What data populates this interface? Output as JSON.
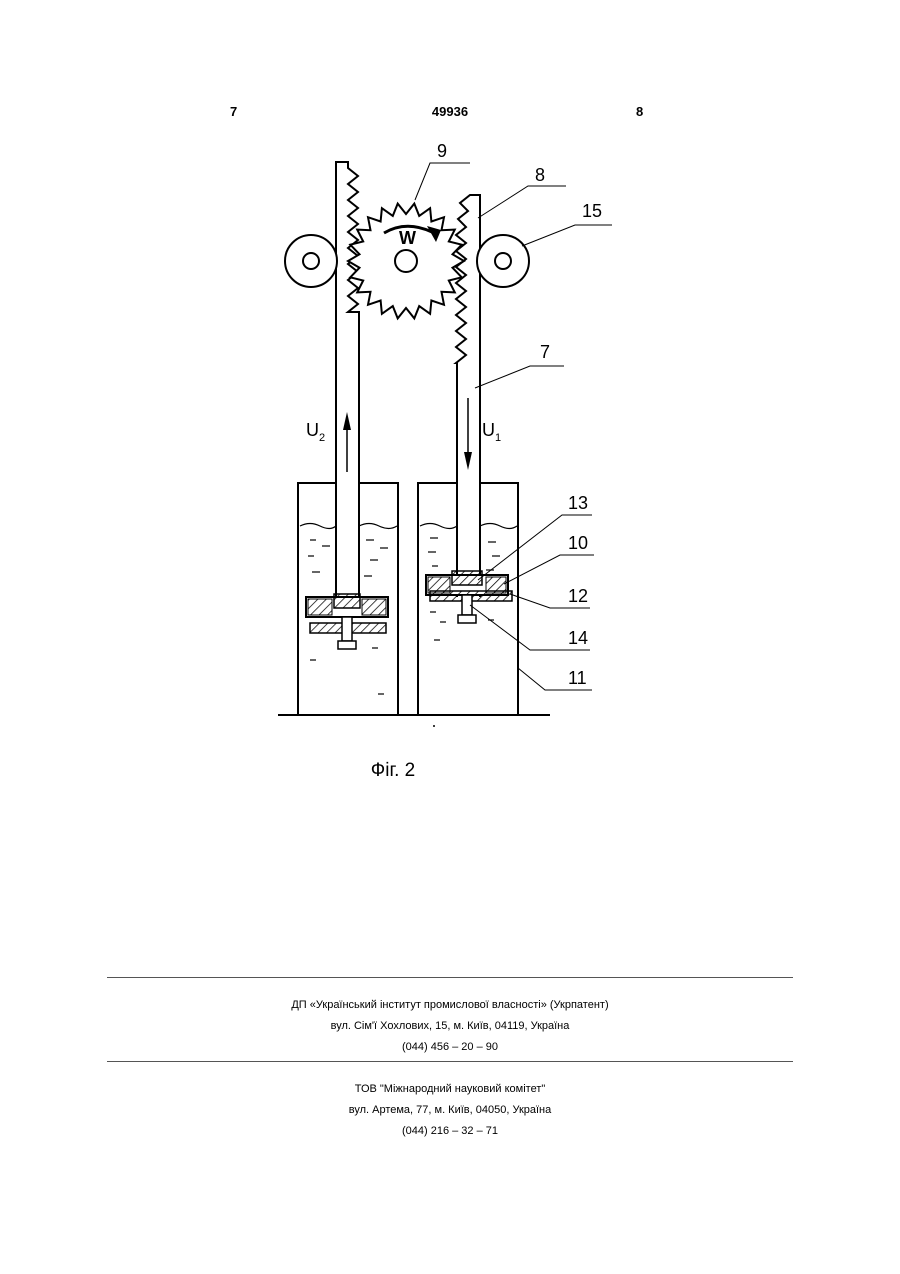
{
  "header": {
    "page_left": "7",
    "patent_number": "49936",
    "page_right": "8"
  },
  "figure": {
    "labels": [
      "9",
      "8",
      "15",
      "7",
      "13",
      "10",
      "12",
      "14",
      "11"
    ],
    "rotation_symbol": "W",
    "velocity_left": "U",
    "velocity_left_sub": "2",
    "velocity_right": "U",
    "velocity_right_sub": "1",
    "caption": "Фіг. 2"
  },
  "footer": {
    "block1": {
      "line1": "ДП «Український інститут промислової власності» (Укрпатент)",
      "line2": "вул. Сім'ї Хохлових, 15, м. Київ, 04119, Україна",
      "line3": "(044) 456 – 20 – 90"
    },
    "block2": {
      "line1": "ТОВ \"Міжнародний науковий комітет\"",
      "line2": "вул. Артема, 77, м. Київ, 04050, Україна",
      "line3": "(044) 216 – 32 – 71"
    }
  }
}
